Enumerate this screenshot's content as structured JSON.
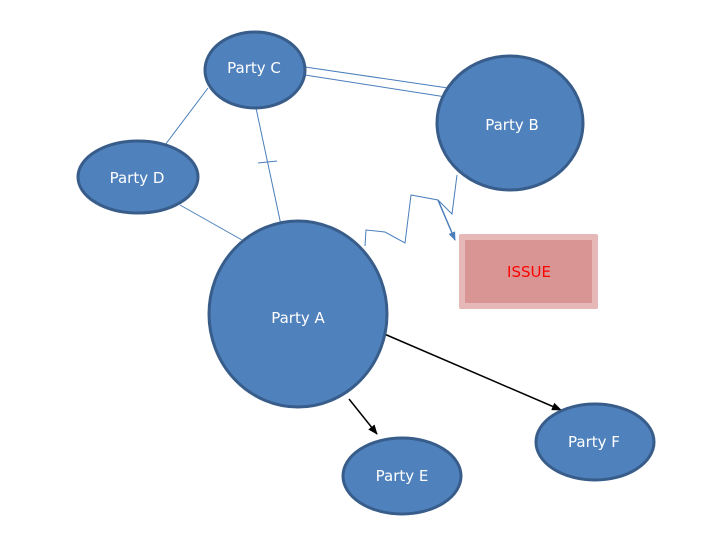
{
  "colors": {
    "node_fill": "#4F81BD",
    "node_stroke": "#385D8A",
    "connector": "#4A7EBB",
    "arrow": "#000000",
    "issue_fill": "#D99594",
    "issue_border": "#E6B9B8",
    "issue_text": "#FF0000",
    "node_text": "#FFFFFF"
  },
  "nodes": {
    "party_a": {
      "label": "Party A"
    },
    "party_b": {
      "label": "Party B"
    },
    "party_c": {
      "label": "Party C"
    },
    "party_d": {
      "label": "Party D"
    },
    "party_e": {
      "label": "Party E"
    },
    "party_f": {
      "label": "Party F"
    }
  },
  "issue": {
    "label": "ISSUE"
  }
}
